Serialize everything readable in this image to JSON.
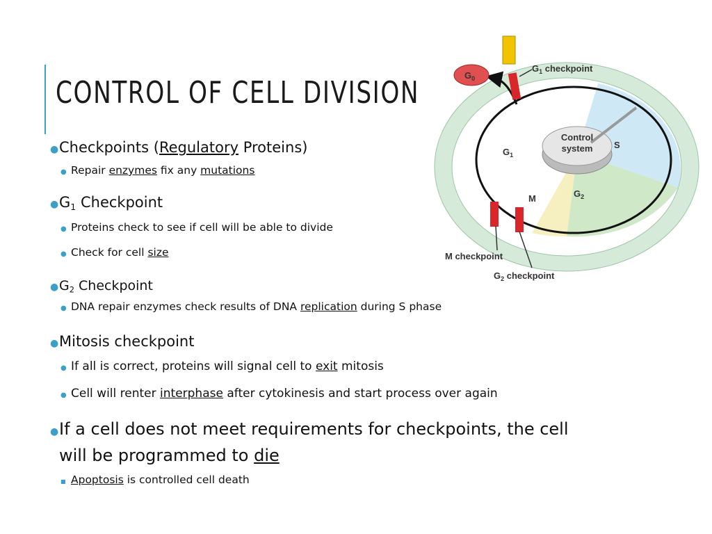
{
  "slide": {
    "title": "CONTROL OF CELL DIVISION",
    "accent_color": "#3aa0c8"
  },
  "bullets": {
    "checkpoints": {
      "prefix": "Checkpoints (",
      "link": "Regulatory",
      "suffix": " Proteins)",
      "sub1": {
        "a": "Repair ",
        "link1": "enzymes",
        "b": " fix any ",
        "link2": "mutations"
      }
    },
    "g1": {
      "letter": "G",
      "subscript": "1",
      "rest": " Checkpoint",
      "sub1": "Proteins check to see if cell will be able to divide",
      "sub2": {
        "a": "Check for cell ",
        "link": "size"
      }
    },
    "g2": {
      "letter": "G",
      "subscript": "2",
      "rest": " Checkpoint",
      "sub1": {
        "a": "DNA repair enzymes check results of DNA ",
        "link": "replication",
        "b": " during S phase"
      }
    },
    "mitosis": {
      "label": "Mitosis checkpoint",
      "sub1": {
        "a": "If all is correct, proteins will signal cell to ",
        "link": "exit",
        "b": " mitosis"
      },
      "sub2": {
        "a": "Cell will renter ",
        "link": "interphase",
        "b": " after cytokinesis and start process over again"
      }
    },
    "fail": {
      "line1": "If a cell does not meet requirements for checkpoints, the cell",
      "line2a": "will be programmed to ",
      "link": "die",
      "sub1": {
        "link": "Apoptosis",
        "a": " is controlled cell death"
      }
    }
  },
  "diagram": {
    "g0": "G",
    "g0_sub": "0",
    "g1_checkpoint": {
      "letter": "G",
      "sub": "1",
      "rest": " checkpoint"
    },
    "control1": "Control",
    "control2": "system",
    "phase_s": "S",
    "phase_g1": {
      "letter": "G",
      "sub": "1"
    },
    "phase_g2": {
      "letter": "G",
      "sub": "2"
    },
    "phase_m": "M",
    "m_checkpoint": "M checkpoint",
    "g2_checkpoint": {
      "letter": "G",
      "sub": "2",
      "rest": " checkpoint"
    },
    "colors": {
      "ring": "#d6ead9",
      "s_phase": "#cfe8f5",
      "g2_phase": "#cfe8c8",
      "m_phase": "#f6f0c0",
      "checkpoint": "#d8262a",
      "g0": "#e05050"
    }
  }
}
